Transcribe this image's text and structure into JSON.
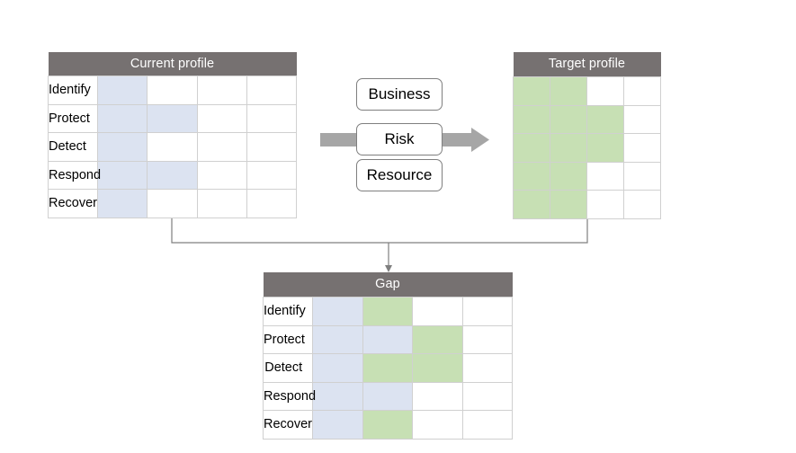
{
  "diagram": {
    "title_current": "Current profile",
    "title_target": "Target profile",
    "title_gap": "Gap",
    "row_labels": [
      "Identify",
      "Protect",
      "Detect",
      "Respond",
      "Recover"
    ],
    "flow": {
      "business": "Business",
      "risk": "Risk",
      "resource": "Resource"
    },
    "colors": {
      "header_gray": "#767171",
      "fill_blue": "#dce3f1",
      "fill_green": "#c7e0b4",
      "grid_line": "#d0d0d0",
      "arrow_gray": "#a6a6a6",
      "connector_gray": "#7f7f7f",
      "box_border": "#7f7f7f"
    },
    "current_profile": {
      "columns": 4,
      "cells": [
        [
          "blue",
          "none",
          "none",
          "none"
        ],
        [
          "blue",
          "blue",
          "none",
          "none"
        ],
        [
          "blue",
          "none",
          "none",
          "none"
        ],
        [
          "blue",
          "blue",
          "none",
          "none"
        ],
        [
          "blue",
          "none",
          "none",
          "none"
        ]
      ]
    },
    "target_profile": {
      "columns": 4,
      "cells": [
        [
          "green",
          "green",
          "none",
          "none"
        ],
        [
          "green",
          "green",
          "green",
          "none"
        ],
        [
          "green",
          "green",
          "green",
          "none"
        ],
        [
          "green",
          "green",
          "none",
          "none"
        ],
        [
          "green",
          "green",
          "none",
          "none"
        ]
      ]
    },
    "gap_profile": {
      "columns": 4,
      "cells": [
        [
          "blue",
          "green",
          "none",
          "none"
        ],
        [
          "blue",
          "blue",
          "green",
          "none"
        ],
        [
          "blue",
          "green",
          "green",
          "none"
        ],
        [
          "blue",
          "blue",
          "none",
          "none"
        ],
        [
          "blue",
          "green",
          "none",
          "none"
        ]
      ]
    }
  }
}
